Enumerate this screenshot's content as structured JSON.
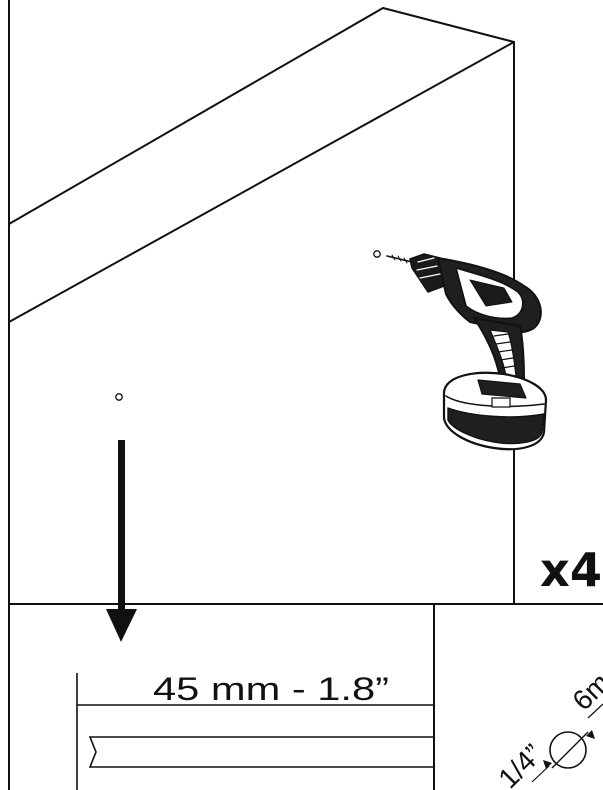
{
  "quantity": "x4",
  "measurement": "45 mm - 1.8”",
  "drill_bit_imperial": "1/4”",
  "drill_bit_metric": "6m",
  "icons": [
    "drill-icon",
    "down-arrow-icon",
    "pilot-hole-icon"
  ]
}
